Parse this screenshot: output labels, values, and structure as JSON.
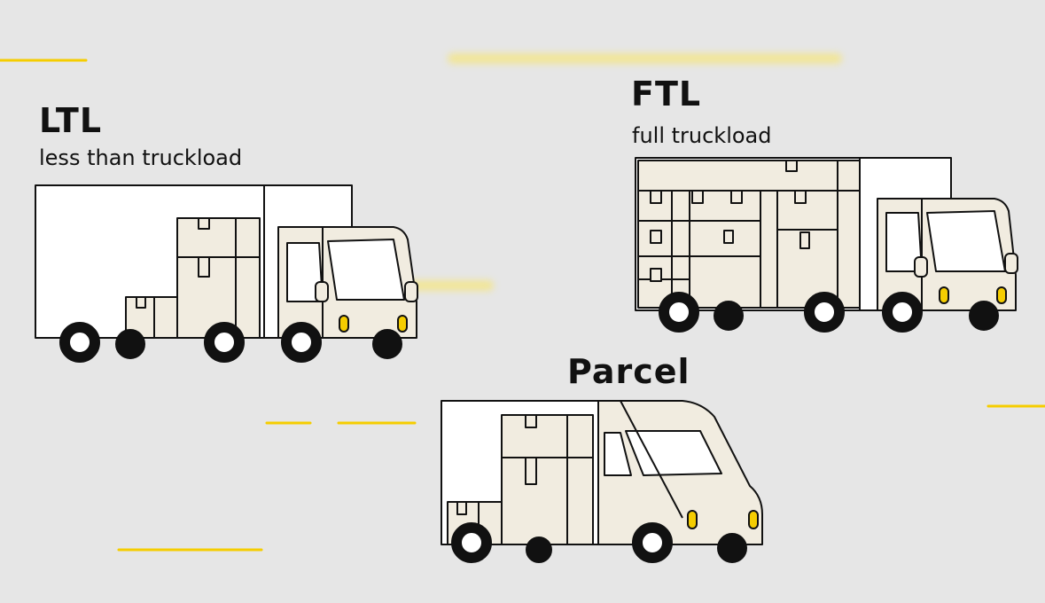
{
  "colors": {
    "background": "#e6e6e6",
    "cargo_box": "#f1ece0",
    "outline": "#111111",
    "accent_yellow": "#f5cd00",
    "trailer": "#ffffff"
  },
  "labels": {
    "ltl": {
      "title": "LTL",
      "subtitle": "less than truckload"
    },
    "ftl": {
      "title": "FTL",
      "subtitle": "full truckload"
    },
    "parcel": {
      "title": "Parcel"
    }
  },
  "vehicles": [
    {
      "type": "box-truck",
      "label_ref": "ltl",
      "cargo_level": "partial"
    },
    {
      "type": "box-truck",
      "label_ref": "ftl",
      "cargo_level": "full"
    },
    {
      "type": "delivery-van",
      "label_ref": "parcel",
      "cargo_level": "small"
    }
  ]
}
